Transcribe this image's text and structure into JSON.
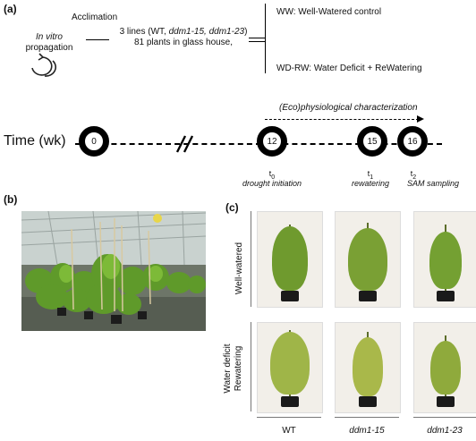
{
  "panel_a": {
    "label": "(a)",
    "acclimation": "Acclimation",
    "invitro_italic": "In vitro",
    "propagation": "propagation",
    "lines_prefix": "3 lines (WT, ",
    "lines_italic": "ddm1-15, ddm1-23",
    "lines_suffix": ")",
    "plants": "81 plants in glass house,",
    "ww": "WW: Well-Watered control",
    "wdrw": "WD-RW: Water Deficit + ReWatering",
    "eco": "(Eco)physiological characterization",
    "time_label": "Time (wk)",
    "timepoints": [
      {
        "value": "0"
      },
      {
        "value": "12",
        "t": "t",
        "sub": "0",
        "caption": "drought initiation"
      },
      {
        "value": "15",
        "t": "t",
        "sub": "1",
        "caption": "rewatering"
      },
      {
        "value": "16",
        "t": "t",
        "sub": "2",
        "caption": "SAM sampling"
      }
    ]
  },
  "panel_b": {
    "label": "(b)"
  },
  "panel_c": {
    "label": "(c)",
    "row_well": "Well-watered",
    "row_deficit_1": "Water deficit",
    "row_deficit_2": "Rewatering",
    "columns": [
      "WT",
      "ddm1-15",
      "ddm1-23"
    ]
  },
  "colors": {
    "timeline": "#000000",
    "plant_green": "#6f9a2e",
    "plant_yellow": "#a9b84a",
    "photo_bg": "#f2efe9"
  }
}
